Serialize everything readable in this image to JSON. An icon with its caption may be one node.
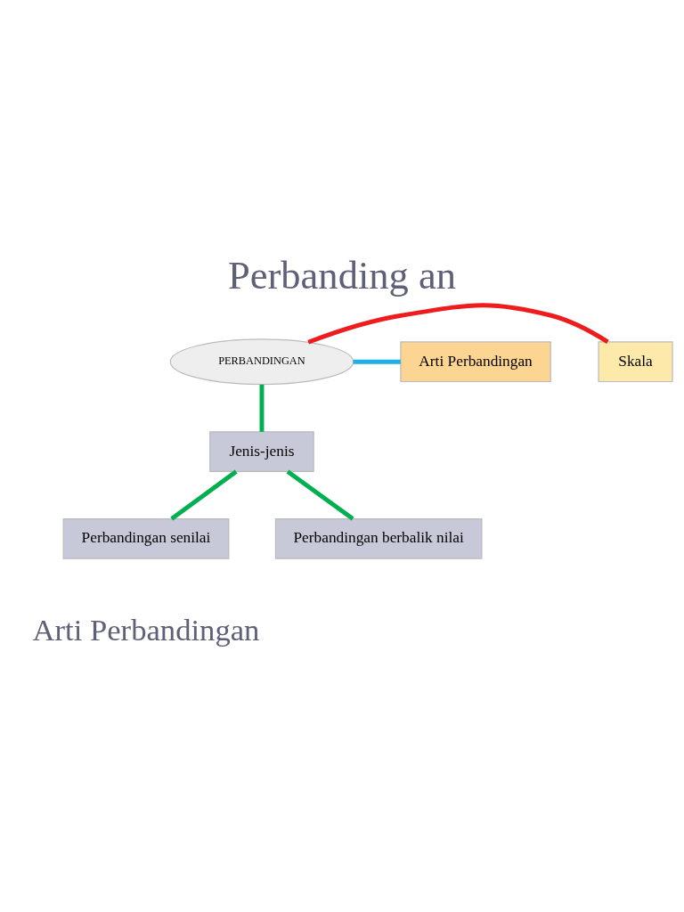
{
  "diagram": {
    "title": "Perbanding an",
    "nodes": [
      {
        "text": [
          "PERBANDINGAN"
        ]
      },
      {
        "text": [
          "Skala"
        ]
      },
      {
        "text": [
          "Arti Perbandingan"
        ]
      },
      {
        "text": [
          "Jenis-jenis"
        ]
      },
      {
        "text": [
          "Perbandingan senilai"
        ]
      },
      {
        "text": [
          "Perbandingan berbalik nilai"
        ]
      }
    ],
    "edges": [
      {
        "from": 0,
        "to": 1,
        "arrow": "none",
        "color": "#ee1c1c"
      },
      {
        "from": 0,
        "to": 2,
        "arrow": "none",
        "color": "#1eaee8"
      },
      {
        "from": 0,
        "to": 3,
        "arrow": "none"
      },
      {
        "from": 3,
        "to": 4,
        "arrow": "none"
      },
      {
        "from": 3,
        "to": 5,
        "arrow": "none"
      }
    ],
    "labels": [
      "Arti Perbandingan"
    ]
  }
}
